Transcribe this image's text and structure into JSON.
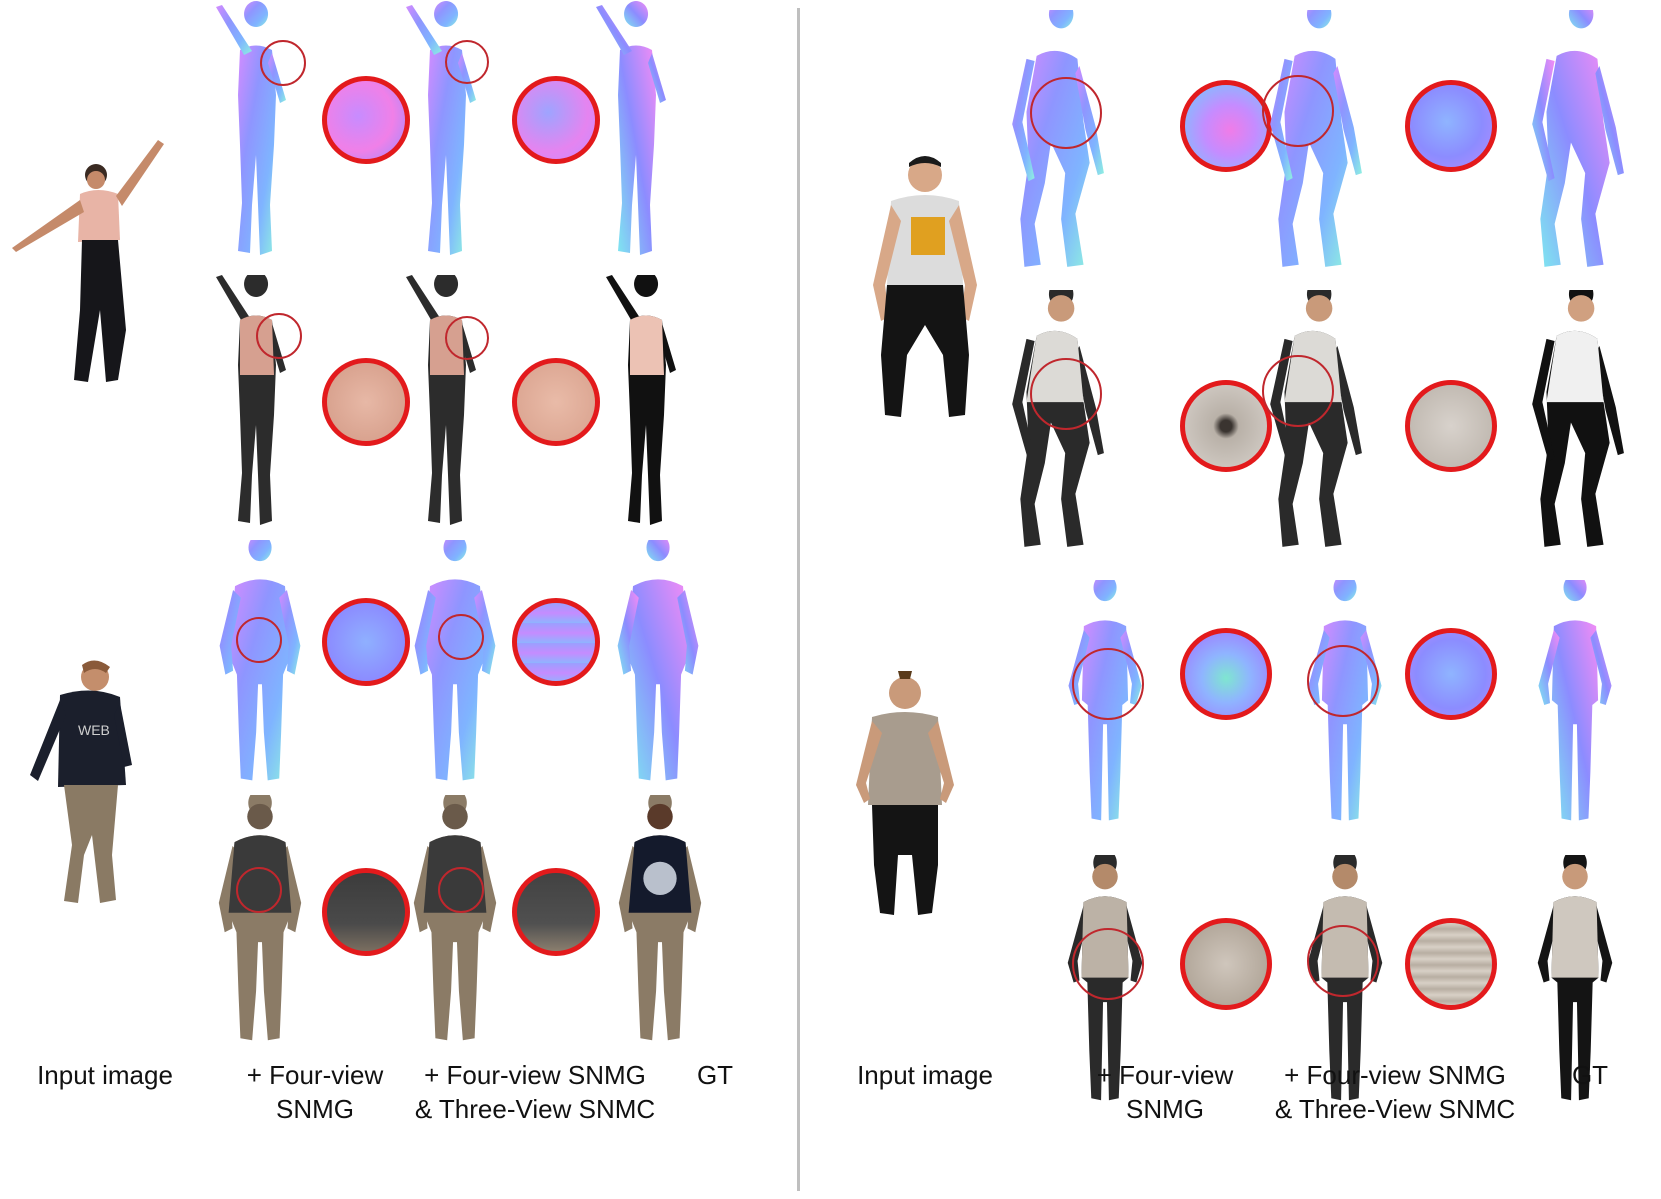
{
  "figure": {
    "left_panel": {
      "col_labels": {
        "input": "Input  image",
        "four_view_l1": "+ Four-view",
        "four_view_l2": "SNMG",
        "combo_l1": "+ Four-view SNMG",
        "combo_l2": "& Three-View SNMC",
        "gt": "GT"
      }
    },
    "right_panel": {
      "col_labels": {
        "input": "Input image",
        "four_view_l1": "+ Four-view",
        "four_view_l2": "SNMG",
        "combo_l1": "+ Four-view SNMG",
        "combo_l2": "& Three-View SNMC",
        "gt": "GT"
      }
    },
    "colors": {
      "highlight_circle": "#e31a1c",
      "divider": "#bfbfbf",
      "normal_map_blue": "#7f8cff",
      "normal_map_pink": "#f07cf0",
      "normal_map_green": "#7cf0c8"
    }
  }
}
